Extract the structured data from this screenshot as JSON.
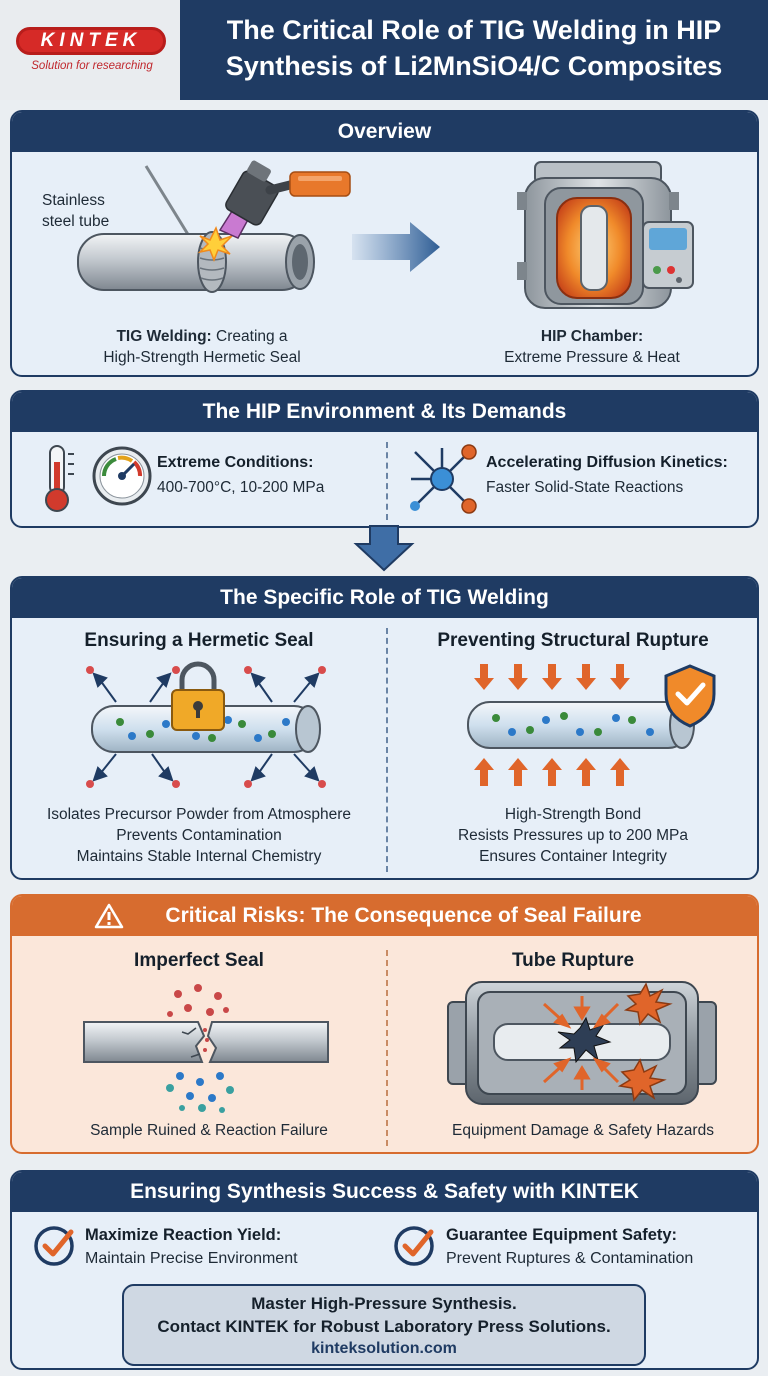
{
  "brand": {
    "logo_text": "KINTEK",
    "tagline": "Solution for researching"
  },
  "title": {
    "line1": "The Critical Role of TIG Welding in HIP",
    "line2": "Synthesis of Li2MnSiO4/C Composites"
  },
  "overview": {
    "heading": "Overview",
    "tube_label_line1": "Stainless",
    "tube_label_line2": "steel tube",
    "tig_bold": "TIG Welding:",
    "tig_line1_rest": " Creating a",
    "tig_line2": "High-Strength Hermetic Seal",
    "hip_bold": "HIP Chamber:",
    "hip_line2": "Extreme Pressure & Heat"
  },
  "environment": {
    "heading": "The HIP Environment & Its Demands",
    "cond_title": "Extreme Conditions:",
    "cond_value": "400-700°C, 10-200 MPa",
    "diff_title": "Accelerating Diffusion Kinetics:",
    "diff_value": "Faster Solid-State Reactions"
  },
  "role": {
    "heading": "The Specific Role of TIG Welding",
    "left_title": "Ensuring a Hermetic Seal",
    "left_lines": [
      "Isolates Precursor Powder from Atmosphere",
      "Prevents Contamination",
      "Maintains Stable Internal Chemistry"
    ],
    "right_title": "Preventing Structural Rupture",
    "right_lines": [
      "High-Strength Bond",
      "Resists Pressures up to 200 MPa",
      "Ensures Container Integrity"
    ]
  },
  "risks": {
    "heading": "Critical Risks: The Consequence of Seal Failure",
    "left_title": "Imperfect Seal",
    "left_caption": "Sample Ruined & Reaction Failure",
    "right_title": "Tube Rupture",
    "right_caption": "Equipment Damage & Safety Hazards"
  },
  "success": {
    "heading": "Ensuring Synthesis Success & Safety with KINTEK",
    "item1_title": "Maximize Reaction Yield:",
    "item1_value": "Maintain Precise Environment",
    "item2_title": "Guarantee Equipment Safety:",
    "item2_value": "Prevent Ruptures & Contamination"
  },
  "cta": {
    "line1": "Master High-Pressure Synthesis.",
    "line2": "Contact KINTEK for Robust Laboratory Press Solutions.",
    "url": "kinteksolution.com"
  },
  "colors": {
    "navy": "#1f3b63",
    "panel_bg": "#e7eff8",
    "risk_orange": "#d76c2f",
    "risk_bg": "#fbe7da",
    "arrow_orange": "#e0652a",
    "brand_red": "#d62a27"
  }
}
